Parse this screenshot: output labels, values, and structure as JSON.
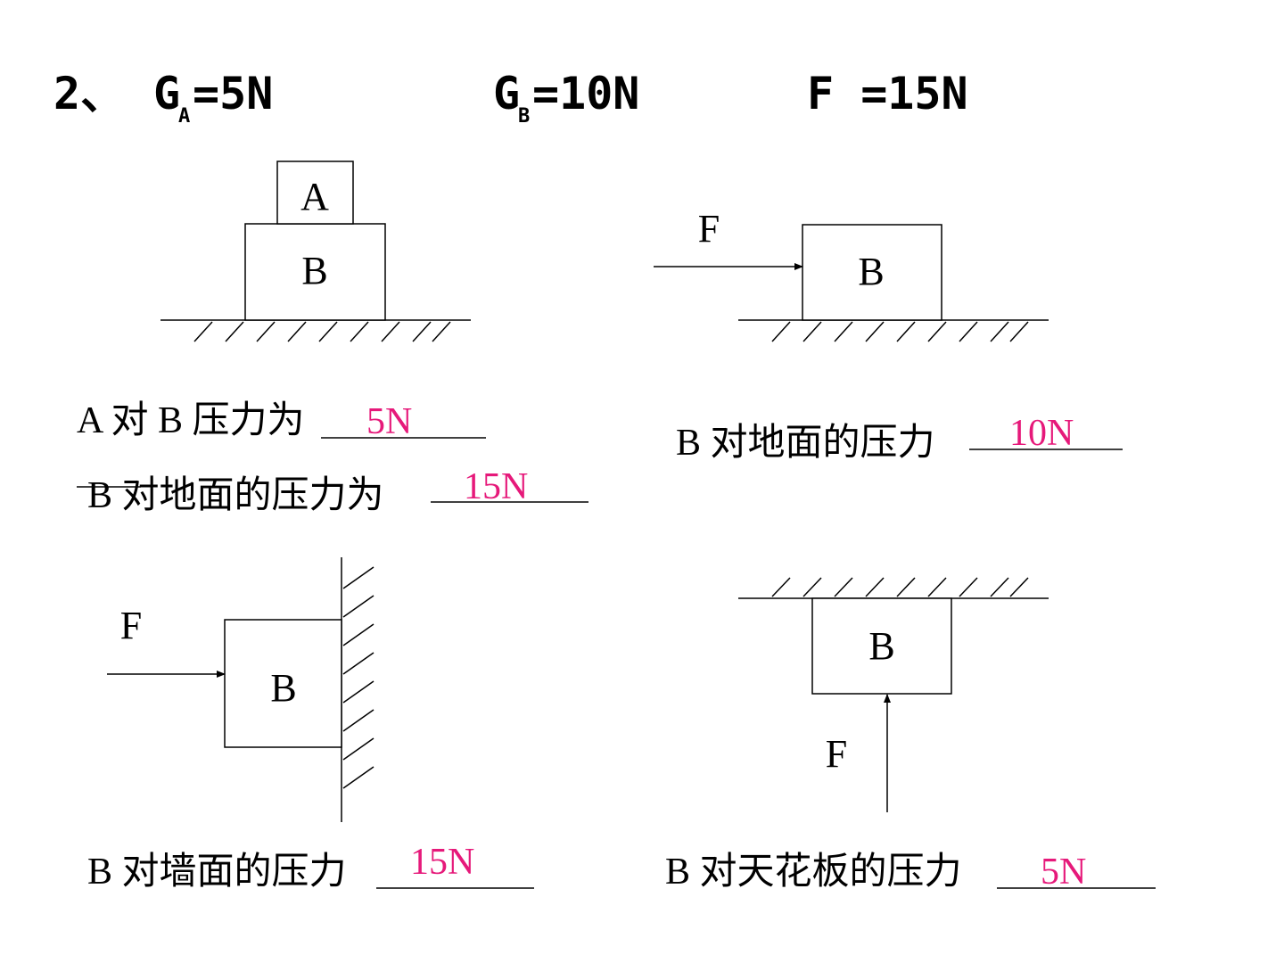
{
  "title": {
    "number": "2、",
    "ga_symbol": "G",
    "ga_sub": "A",
    "ga_value": "=5N",
    "gb_symbol": "G",
    "gb_sub": "B",
    "gb_value": "=10N",
    "f_value": "F =15N"
  },
  "answer_color": "#e6197a",
  "diagram1": {
    "block_top": "A",
    "block_bottom": "B",
    "q1_label": "A 对 B 压力为",
    "q1_answer": "5N",
    "q2_label": "B 对地面的压力为",
    "q2_answer": "15N"
  },
  "diagram2": {
    "force_label": "F",
    "block": "B",
    "q_label": "B 对地面的压力",
    "q_answer": "10N"
  },
  "diagram3": {
    "force_label": "F",
    "block": "B",
    "q_label": "B 对墙面的压力",
    "q_answer": "15N"
  },
  "diagram4": {
    "force_label": "F",
    "block": "B",
    "q_label": "B 对天花板的压力",
    "q_answer": "5N"
  }
}
